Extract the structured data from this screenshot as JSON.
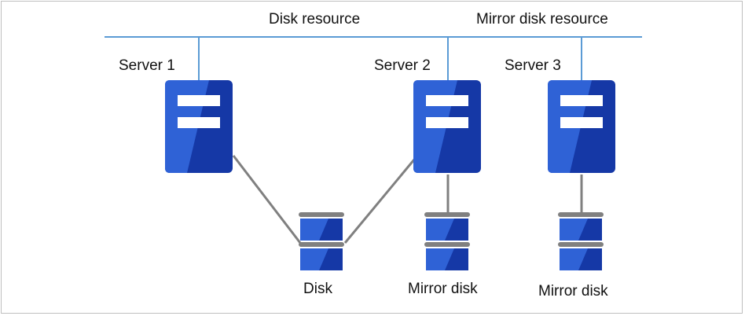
{
  "network": {
    "disk_resource_label": "Disk resource",
    "mirror_disk_resource_label": "Mirror disk resource"
  },
  "servers": [
    {
      "label": "Server 1"
    },
    {
      "label": "Server 2"
    },
    {
      "label": "Server 3"
    }
  ],
  "storage": {
    "shared_disk_label": "Disk",
    "mirror_disk_2_label": "Mirror disk",
    "mirror_disk_3_label": "Mirror disk"
  },
  "colors": {
    "network_line": "#5b9bd5",
    "server_light": "#2f62d6",
    "server_dark": "#1538a6",
    "server_slot": "#ffffff",
    "disk_cap": "#808080",
    "connector": "#808080",
    "text": "#111111"
  }
}
